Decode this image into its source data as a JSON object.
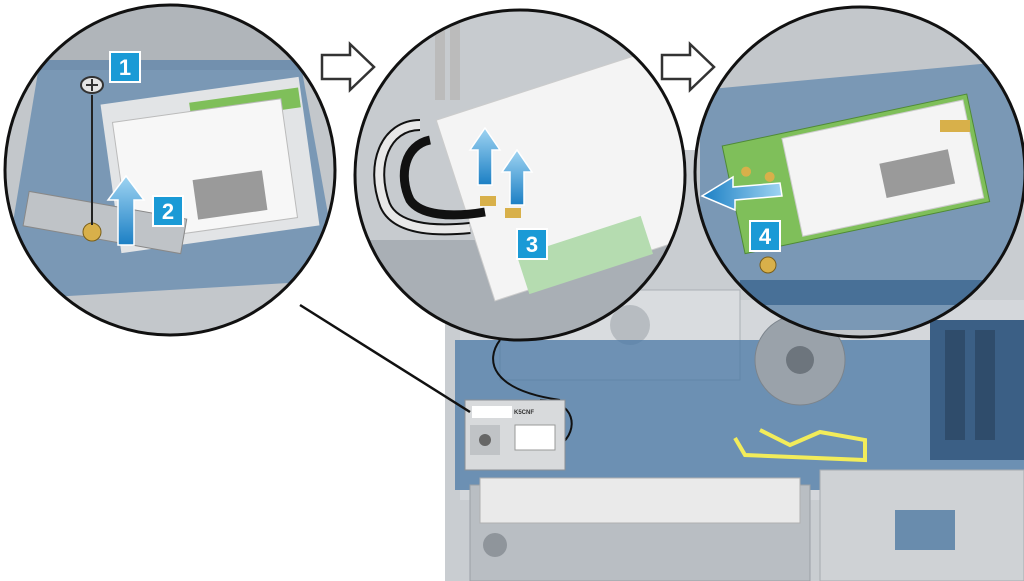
{
  "steps": [
    {
      "number": "1"
    },
    {
      "number": "2"
    },
    {
      "number": "3"
    },
    {
      "number": "4"
    }
  ],
  "card_label": "K5CNF",
  "colors": {
    "callout_blue": "#1a9ad6",
    "arrow_gradient_top": "#9fd4f2",
    "arrow_gradient_bottom": "#1b7fc4",
    "board_blue": "#4a78a6",
    "chassis_gray": "#c9cdd1",
    "cable_yellow": "#f2ec5a",
    "card_green": "#7fbf5a"
  },
  "icons": [
    "screw-icon",
    "step-arrow-icon",
    "lift-arrow-icon",
    "slide-arrow-icon"
  ]
}
